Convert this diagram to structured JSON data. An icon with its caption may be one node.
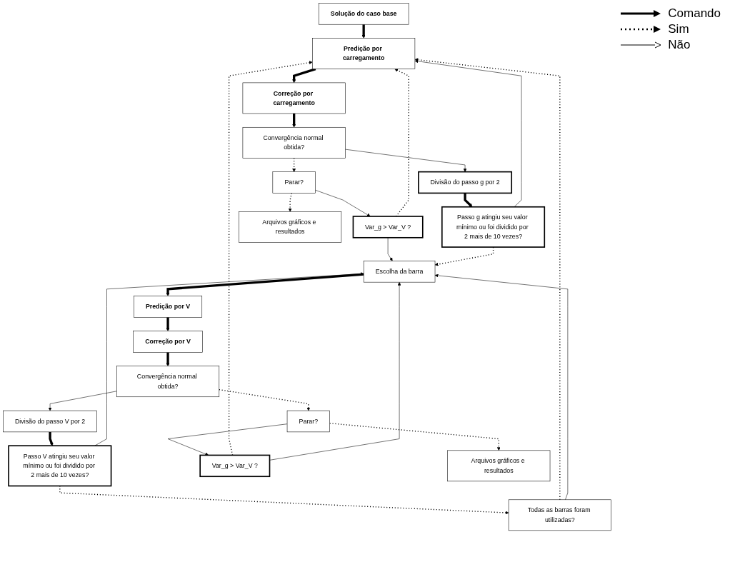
{
  "diagram": {
    "nodes": [
      {
        "text": [
          "Solução do caso base"
        ]
      },
      {
        "text": [
          "Predição por carregamento"
        ]
      },
      {
        "text": [
          "Correção por carregamento"
        ]
      },
      {
        "text": [
          "Var_g > Var_V ?"
        ]
      },
      {
        "text": [
          "Parar?"
        ]
      },
      {
        "text": [
          "Convergência normal obtida?"
        ]
      },
      {
        "text": [
          "Divisão do passo g por 2"
        ]
      },
      {
        "text": [
          "Arquivos gráficos e resultados"
        ]
      },
      {
        "text": [
          "Passo g atingiu seu valor mínimo ou foi dividido por 2 mais de 10 vezes?"
        ]
      },
      {
        "text": [
          "Escolha da barra"
        ]
      },
      {
        "text": [
          "Todas as barras foram utilizadas?"
        ]
      },
      {
        "text": [
          "Predição por V"
        ]
      },
      {
        "text": [
          "Passo V atingiu seu valor mínimo ou foi dividido por 2 mais de 10 vezes?"
        ]
      },
      {
        "text": [
          "Correção por V"
        ]
      },
      {
        "text": [
          "Var_g > Var_V ?"
        ]
      },
      {
        "text": [
          "Parar?"
        ]
      },
      {
        "text": [
          "Convergência normal obtida?"
        ]
      },
      {
        "text": [
          "Divisão do passo V por 2"
        ]
      },
      {
        "text": [
          "Arquivos gráficos e resultados"
        ]
      }
    ],
    "edges": [
      {
        "from": 0,
        "to": 1,
        "arrow": "to",
        "style": "thick"
      },
      {
        "from": 1,
        "to": 2,
        "arrow": "to",
        "style": "thick"
      },
      {
        "from": 2,
        "to": 5,
        "arrow": "to",
        "style": "thick"
      },
      {
        "from": 5,
        "to": 4,
        "arrow": "to",
        "style": "dashed"
      },
      {
        "from": 5,
        "to": 6,
        "arrow": "to"
      },
      {
        "from": 4,
        "to": 3,
        "arrow": "to"
      },
      {
        "from": 4,
        "to": 7,
        "arrow": "to",
        "style": "dashed"
      },
      {
        "from": 3,
        "to": 1,
        "arrow": "to",
        "style": "dashed"
      },
      {
        "from": 3,
        "to": 9,
        "arrow": "to"
      },
      {
        "from": 6,
        "to": 8,
        "arrow": "to",
        "style": "thick"
      },
      {
        "from": 8,
        "to": 1,
        "arrow": "to"
      },
      {
        "from": 8,
        "to": 9,
        "arrow": "to",
        "style": "dashed"
      },
      {
        "from": 10,
        "to": 1,
        "arrow": "to",
        "style": "dashed"
      },
      {
        "from": 10,
        "to": 9,
        "arrow": "to"
      },
      {
        "from": 9,
        "to": 11,
        "arrow": "to",
        "style": "thick"
      },
      {
        "from": 11,
        "to": 13,
        "arrow": "to",
        "style": "thick"
      },
      {
        "from": 13,
        "to": 16,
        "arrow": "to",
        "style": "thick"
      },
      {
        "from": 16,
        "to": 15,
        "arrow": "to",
        "style": "dashed"
      },
      {
        "from": 16,
        "to": 17,
        "arrow": "to"
      },
      {
        "from": 15,
        "to": 14,
        "arrow": "to"
      },
      {
        "from": 15,
        "to": 18,
        "arrow": "to",
        "style": "dashed"
      },
      {
        "from": 14,
        "to": 1,
        "arrow": "to",
        "style": "dashed"
      },
      {
        "from": 14,
        "to": 9,
        "arrow": "to"
      },
      {
        "from": 17,
        "to": 12,
        "arrow": "to",
        "style": "thick"
      },
      {
        "from": 12,
        "to": 9,
        "arrow": "to"
      },
      {
        "from": 12,
        "to": 10,
        "arrow": "to",
        "style": "dashed"
      }
    ],
    "legend": [
      {
        "text": "Comando"
      },
      {
        "text": "Sim"
      },
      {
        "text": "Não"
      }
    ]
  }
}
